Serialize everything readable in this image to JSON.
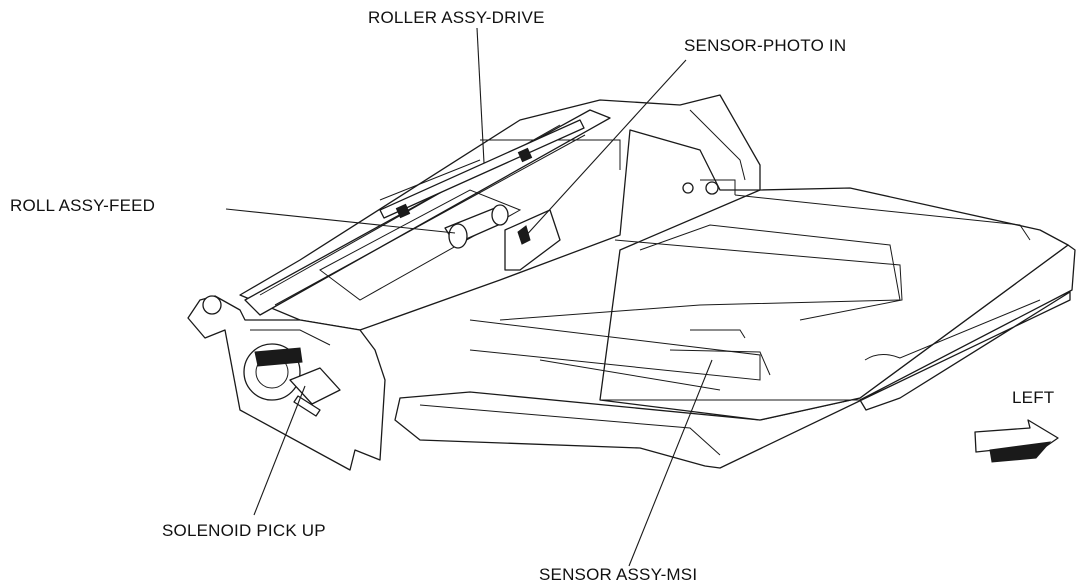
{
  "callouts": {
    "roller_assy_drive": "ROLLER ASSY-DRIVE",
    "sensor_photo_in": "SENSOR-PHOTO IN",
    "roll_assy_feed": "ROLL ASSY-FEED",
    "solenoid_pick_up": "SOLENOID PICK UP",
    "sensor_assy_msi": "SENSOR ASSY-MSI",
    "direction": "LEFT"
  }
}
